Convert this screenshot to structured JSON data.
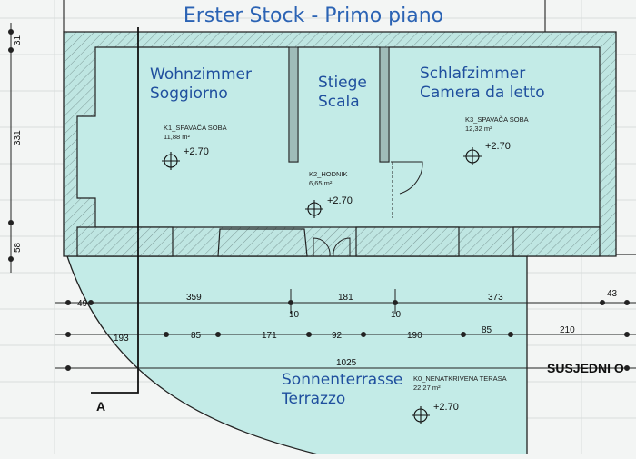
{
  "title": "Erster Stock - Primo piano",
  "rooms": {
    "wohnzimmer": {
      "name_de": "Wohnzimmer",
      "name_it": "Soggiorno",
      "code": "K1_SPAVAČA SOBA",
      "area": "11,88 m²",
      "elevation": "+2.70"
    },
    "stiege": {
      "name_de": "Stiege",
      "name_it": "Scala"
    },
    "hodnik": {
      "code": "K2_HODNIK",
      "area": "6,65 m²",
      "elevation": "+2.70"
    },
    "schlafzimmer": {
      "name_de": "Schlafzimmer",
      "name_it": "Camera da letto",
      "code": "K3_SPAVAČA SOBA",
      "area": "12,32 m²",
      "elevation": "+2.70"
    },
    "terrasse": {
      "name_de": "Sonnenterrasse",
      "name_it": "Terrazzo",
      "code": "K0_NENATKRIVENA TERASA",
      "area": "22,27 m²",
      "elevation": "+2.70"
    }
  },
  "dimensions": {
    "row1": [
      "49",
      "359",
      "181",
      "373",
      "43"
    ],
    "row1_sub": [
      "10",
      "10"
    ],
    "row2": [
      "193",
      "85",
      "171",
      "92",
      "190",
      "85",
      "210"
    ],
    "row3": [
      "1025"
    ],
    "vertical": [
      "31",
      "331",
      "58"
    ]
  },
  "labels": {
    "neighbor": "SUSJEDNI O",
    "section": "A"
  },
  "colors": {
    "fill": "#c3ebe7",
    "hatch": "#8aa7a5",
    "title": "#2b63b4",
    "room_name": "#1f4f9e",
    "line": "#222222"
  }
}
